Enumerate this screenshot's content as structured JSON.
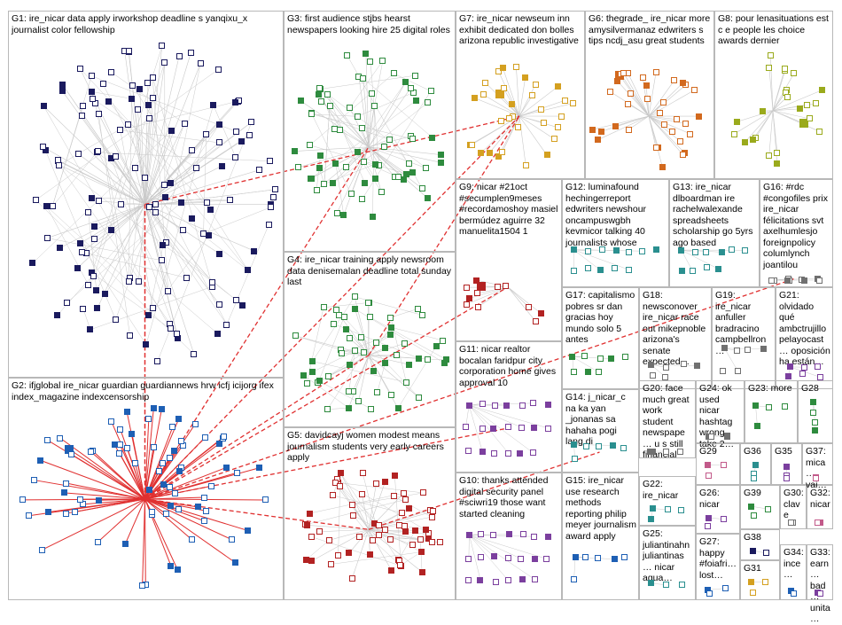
{
  "colors": {
    "border": "#b8b8b8",
    "edge_within": "#c9c9c9",
    "edge_between": "#e03030",
    "palette": {
      "navy": "#1a1a5e",
      "green": "#2e8b3e",
      "gold": "#d4a020",
      "orange": "#d2691e",
      "olive": "#9aaa1c",
      "red": "#b22222",
      "purple": "#7b3f9e",
      "blue": "#1e5fb4",
      "teal": "#2a8f8f",
      "gray": "#707070",
      "pink": "#c25a8a"
    }
  },
  "groups": [
    {
      "id": "G1",
      "label": "G1: ire_nicar data apply irworkshop deadline s yanqixu_x journalist color fellowship",
      "color": "navy",
      "nodes": 140,
      "shape": "cluster"
    },
    {
      "id": "G2",
      "label": "G2: ifjglobal ire_nicar guardian guardiannews hrw icfj icijorg ifex index_magazine indexcensorship",
      "color": "blue",
      "nodes": 75,
      "shape": "star"
    },
    {
      "id": "G3",
      "label": "G3: first audience stjbs hearst newspapers looking hire 25 digital roles",
      "color": "green",
      "nodes": 70,
      "shape": "cluster"
    },
    {
      "id": "G4",
      "label": "G4: ire_nicar training apply newsroom data denisemalan deadline total sunday last",
      "color": "green",
      "nodes": 55,
      "shape": "cluster"
    },
    {
      "id": "G5",
      "label": "G5: davidcayj women modest means journalism students very early careers apply",
      "color": "red",
      "nodes": 60,
      "shape": "cluster"
    },
    {
      "id": "G6",
      "label": "G6: thegrade_ ire_nicar more amysilvermanaz edwriters s tips ncdj_asu great students",
      "color": "orange",
      "nodes": 35,
      "shape": "star"
    },
    {
      "id": "G7",
      "label": "G7: ire_nicar newseum inn exhibit dedicated don bolles arizona republic investigative",
      "color": "gold",
      "nodes": 32,
      "shape": "star"
    },
    {
      "id": "G8",
      "label": "G8: pour lenasituations est c e people les choice awards dernier",
      "color": "olive",
      "nodes": 24,
      "shape": "star"
    },
    {
      "id": "G9",
      "label": "G9: nicar #21oct #secumplen9meses #recordamoshoy masiel bermúdez aguirre 32 manuelita1504 1",
      "color": "red",
      "nodes": 12,
      "shape": "star"
    },
    {
      "id": "G10",
      "label": "G10: thanks attended digital security panel #sciwri19 those want started cleaning",
      "color": "purple",
      "nodes": 20,
      "shape": "grid"
    },
    {
      "id": "G11",
      "label": "G11: nicar realtor bocalan faridpur city corporation home gives approval 10",
      "color": "purple",
      "nodes": 20,
      "shape": "grid"
    },
    {
      "id": "G12",
      "label": "G12: luminafound hechingerreport edwriters newshour oncampuswgbh kevmicor talking 40 journalists whose",
      "color": "teal",
      "nodes": 12,
      "shape": "grid"
    },
    {
      "id": "G13",
      "label": "G13: ire_nicar dlboardman ire rachelwalexande spreadsheets scholarship go 5yrs ago based",
      "color": "teal",
      "nodes": 10,
      "shape": "grid"
    },
    {
      "id": "G14",
      "label": "G14: j_nicar_c na ka yan _jonanas sa hahaha pogi lang di",
      "color": "teal",
      "nodes": 6,
      "shape": "grid"
    },
    {
      "id": "G15",
      "label": "G15: ire_nicar use research methods reporting philip meyer journalism award apply",
      "color": "blue",
      "nodes": 6,
      "shape": "grid"
    },
    {
      "id": "G16",
      "label": "G16: #rdc #congofiles prix ire_nicar félicitations svt axelhumlesjo foreignpolicy columlynch joantilou",
      "color": "gray",
      "nodes": 10,
      "shape": "grid"
    },
    {
      "id": "G17",
      "label": "G17: capitalismo pobres sr dan gracias hoy mundo solo 5 antes",
      "color": "green",
      "nodes": 8,
      "shape": "grid"
    },
    {
      "id": "G18",
      "label": "G18: newsconover ire_nicar race out mikepnoble arizona's senate expected…",
      "color": "gray",
      "nodes": 6,
      "shape": "grid"
    },
    {
      "id": "G19",
      "label": "G19: ire_nicar anfuller bradracino campbellron…",
      "color": "gray",
      "nodes": 6,
      "shape": "grid"
    },
    {
      "id": "G20",
      "label": "G20: face much great work student newspape… u s still financial",
      "color": "gray",
      "nodes": 4,
      "shape": "grid"
    },
    {
      "id": "G21",
      "label": "G21: olvidado qué ambctrujillo pelayocast… oposición ha están…",
      "color": "purple",
      "nodes": 6,
      "shape": "grid"
    },
    {
      "id": "G22",
      "label": "G22: ire_nicar",
      "color": "teal",
      "nodes": 4,
      "shape": "grid"
    },
    {
      "id": "G23",
      "label": "G23: more",
      "color": "green",
      "nodes": 4,
      "shape": "grid"
    },
    {
      "id": "G24",
      "label": "G24: ok used nicar hashtag wrong take 2…",
      "color": "gray",
      "nodes": 4,
      "shape": "grid"
    },
    {
      "id": "G25",
      "label": "G25: juliantinahn juliantinas… nicar agua…",
      "color": "teal",
      "nodes": 3,
      "shape": "grid"
    },
    {
      "id": "G26",
      "label": "G26: nicar",
      "color": "purple",
      "nodes": 3,
      "shape": "grid"
    },
    {
      "id": "G27",
      "label": "G27: happy #foiafri… lost…",
      "color": "blue",
      "nodes": 3,
      "shape": "grid"
    },
    {
      "id": "G28",
      "label": "G28",
      "color": "green",
      "nodes": 4,
      "shape": "grid"
    },
    {
      "id": "G29",
      "label": "G29",
      "color": "pink",
      "nodes": 3,
      "shape": "grid"
    },
    {
      "id": "G30",
      "label": "G30: clave",
      "color": "gray",
      "nodes": 3,
      "shape": "grid"
    },
    {
      "id": "G31",
      "label": "G31",
      "color": "gold",
      "nodes": 3,
      "shape": "grid"
    },
    {
      "id": "G32",
      "label": "G32: nicar",
      "color": "pink",
      "nodes": 2,
      "shape": "grid"
    },
    {
      "id": "G33",
      "label": "G33: earn… bad… unita…",
      "color": "purple",
      "nodes": 2,
      "shape": "grid"
    },
    {
      "id": "G34",
      "label": "G34: ince…",
      "color": "blue",
      "nodes": 2,
      "shape": "grid"
    },
    {
      "id": "G35",
      "label": "G35",
      "color": "purple",
      "nodes": 3,
      "shape": "grid"
    },
    {
      "id": "G36",
      "label": "G36",
      "color": "teal",
      "nodes": 3,
      "shape": "grid"
    },
    {
      "id": "G37",
      "label": "G37: mica… vai…",
      "color": "pink",
      "nodes": 2,
      "shape": "grid"
    },
    {
      "id": "G38",
      "label": "G38",
      "color": "navy",
      "nodes": 2,
      "shape": "grid"
    },
    {
      "id": "G39",
      "label": "G39",
      "color": "green",
      "nodes": 3,
      "shape": "grid"
    }
  ],
  "links": [
    [
      "G2",
      "G1"
    ],
    [
      "G2",
      "G3"
    ],
    [
      "G2",
      "G4"
    ],
    [
      "G2",
      "G5"
    ],
    [
      "G2",
      "G7"
    ],
    [
      "G2",
      "G9"
    ],
    [
      "G2",
      "G11"
    ],
    [
      "G2",
      "G16"
    ],
    [
      "G1",
      "G7"
    ],
    [
      "G4",
      "G7"
    ],
    [
      "G5",
      "G14"
    ],
    [
      "G1",
      "G2"
    ]
  ]
}
